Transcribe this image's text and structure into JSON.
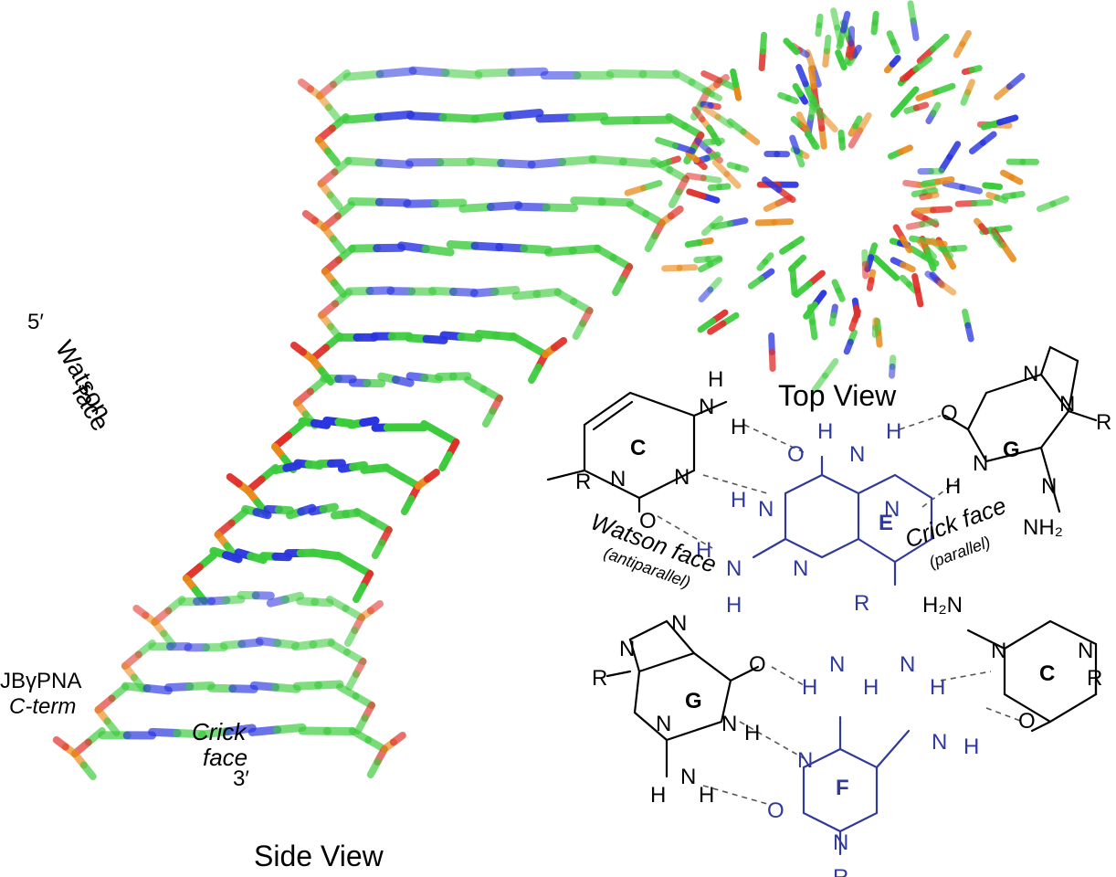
{
  "labels": {
    "top_view": "Top View",
    "side_view": "Side View",
    "five_prime": "5′",
    "three_prime": "3′",
    "watson_face_side": "Watson",
    "watson_face_side2": "face",
    "jbpna": "JBγPNA",
    "c_term": "C-term",
    "crick_face_side": "Crick",
    "crick_face_side2": "face",
    "watson_face_chem": "Watson face",
    "antiparallel": "(antiparallel)",
    "crick_face_chem": "Crick face",
    "parallel": "(parallel)"
  },
  "atoms": {
    "C_top": "C",
    "G_top": "G",
    "E": "E",
    "G_bot": "G",
    "C_bot": "C",
    "F": "F",
    "N": "N",
    "H": "H",
    "O": "O",
    "R": "R",
    "NH2": "NH₂",
    "H2N": "H₂N"
  },
  "colors": {
    "carbon": "#3ccb3c",
    "nitrogen": "#2a35e0",
    "oxygen": "#e0302a",
    "phosphorus": "#e88a1a",
    "jb_base": "#2f3a9a"
  }
}
